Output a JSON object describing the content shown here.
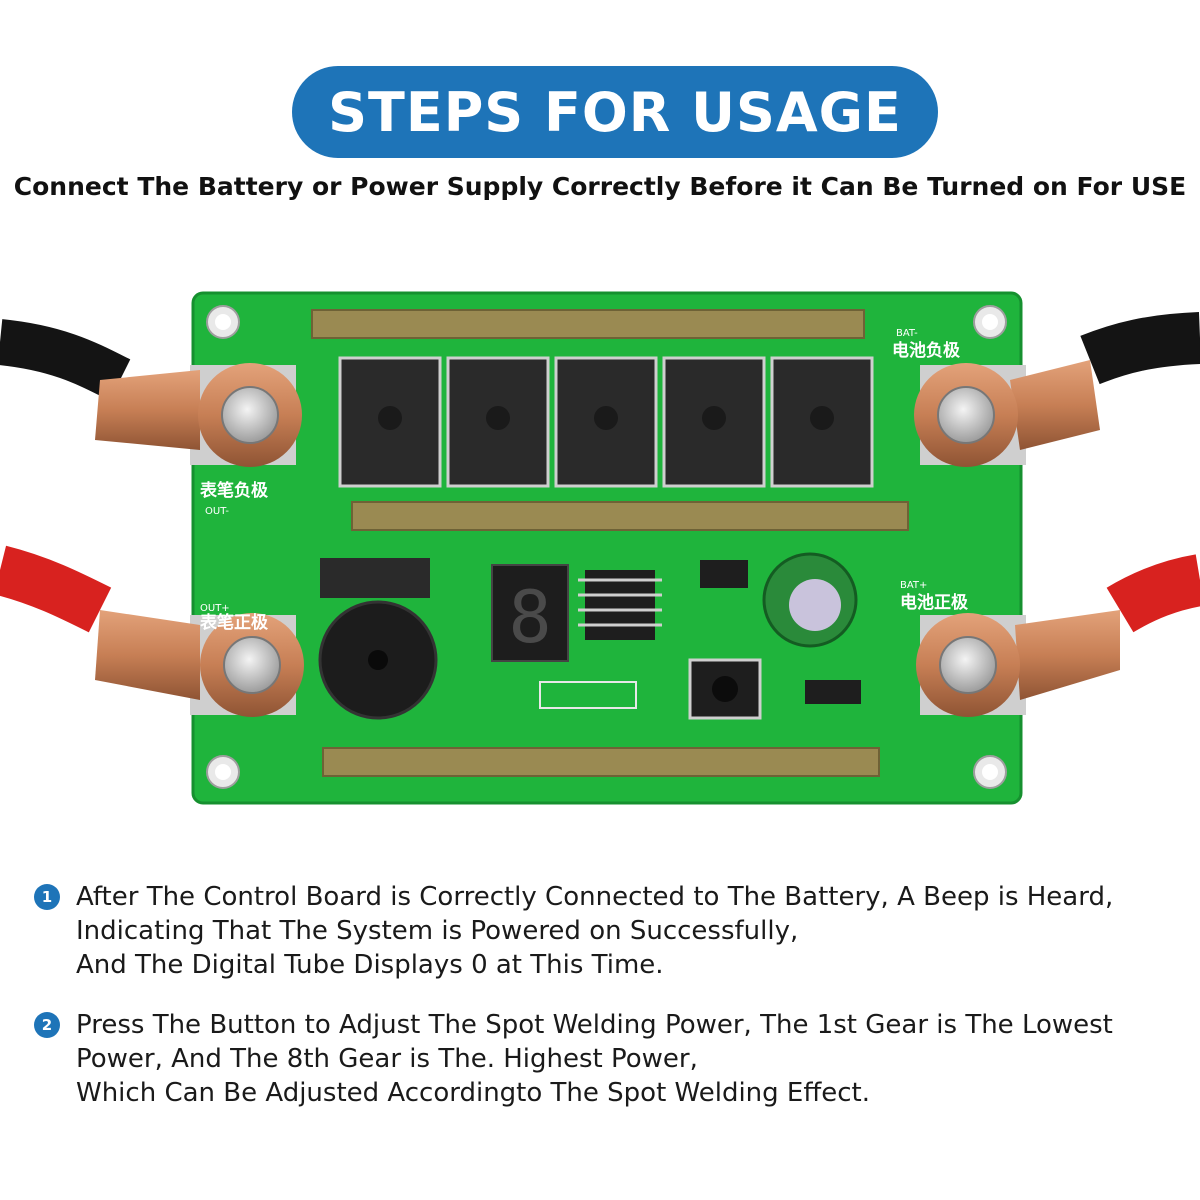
{
  "header": {
    "title": "STEPS FOR USAGE",
    "subtitle": "Connect The Battery or Power Supply Correctly Before it Can Be Turned on For USE"
  },
  "board": {
    "labels": {
      "out_neg_cn": "表笔负极",
      "out_neg_en": "OUT-",
      "out_pos_cn": "表笔正极",
      "out_pos_en": "OUT+",
      "bat_neg_cn": "电池负极",
      "bat_neg_en": "BAT-",
      "bat_pos_cn": "电池正极",
      "bat_pos_en": "BAT+"
    },
    "display_digit": "8",
    "colors": {
      "pcb": "#1fb43c",
      "copper": "#c77f55",
      "red_cable": "#d8221f",
      "black_cable": "#141414",
      "brass": "#9a8a52"
    }
  },
  "steps": [
    {
      "number": "1",
      "lines": [
        "After The Control Board is Correctly Connected to The Battery, A Beep is Heard,",
        "Indicating That The System is Powered on Successfully,",
        "And The Digital Tube Displays 0 at This Time."
      ]
    },
    {
      "number": "2",
      "lines": [
        "Press The Button to Adjust The Spot Welding Power, The 1st Gear is The Lowest",
        "Power, And The 8th Gear is The. Highest Power,",
        "Which Can Be Adjusted Accordingto The Spot Welding Effect."
      ]
    }
  ],
  "accent_color": "#1e74b8"
}
